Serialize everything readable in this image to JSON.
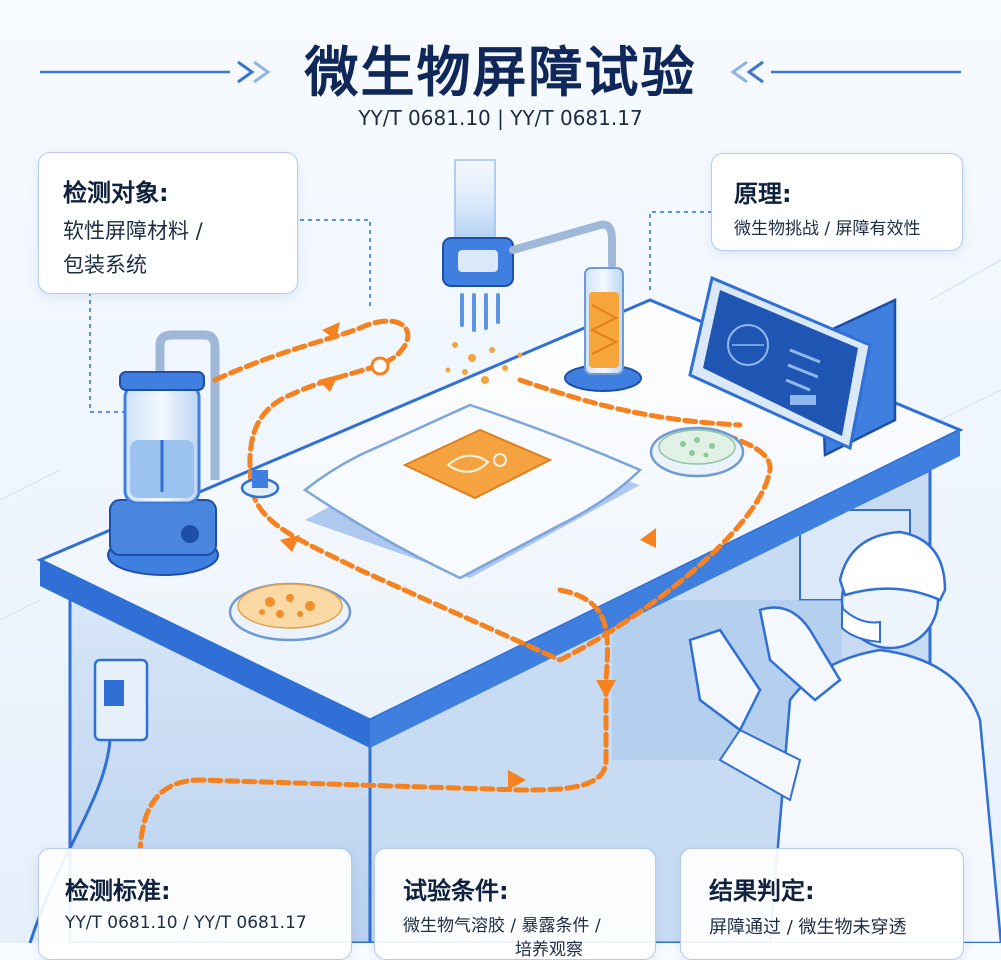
{
  "header": {
    "title": "微生物屏障试验",
    "subtitle": "YY/T 0681.10 | YY/T 0681.17"
  },
  "cards": {
    "object": {
      "title": "检测对象:",
      "line1": "软性屏障材料 /",
      "line2": "包装系统"
    },
    "principle": {
      "title": "原理:",
      "body": "微生物挑战 / 屏障有效性"
    },
    "standard": {
      "title": "检测标准:",
      "body": "YY/T 0681.10 / YY/T 0681.17"
    },
    "conditions": {
      "title": "试验条件:",
      "line1": "微生物气溶胶 / 暴露条件 /",
      "line2": "培养观察"
    },
    "result": {
      "title": "结果判定:",
      "body": "屏障通过 / 微生物未穿透"
    }
  },
  "colors": {
    "accent_blue": "#2f6fd6",
    "flow_orange": "#f5821f",
    "title_navy": "#10275a"
  }
}
